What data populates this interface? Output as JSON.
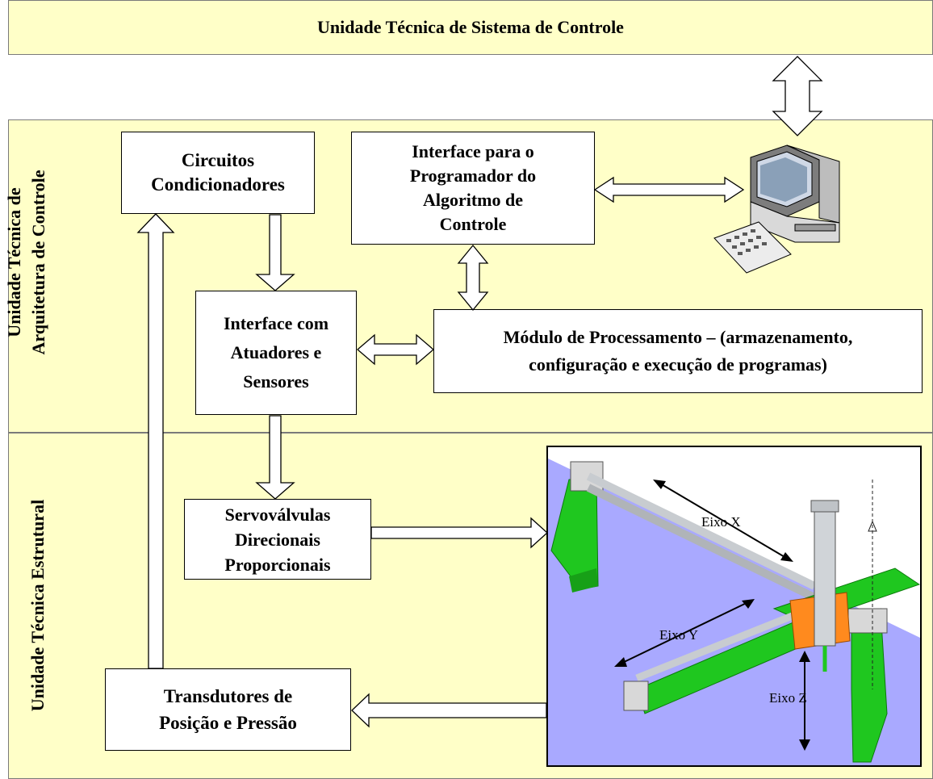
{
  "top_unit": {
    "label": "Unidade Técnica de Sistema de Controle"
  },
  "sections": {
    "architecture": "Unidade Técnica de\nArquitetura de Controle",
    "structural": "Unidade Técnica Estrutural"
  },
  "boxes": {
    "conditioners": "Circuitos\nCondicionadores",
    "programmer_interface": "Interface para  o\nProgramador do\nAlgoritmo de\nControle",
    "actuator_interface": "Interface com\nAtuadores e\nSensores",
    "processing_module": "Módulo de Processamento – (armazenamento,\nconfiguração e execução de programas)",
    "servovalves": "Servoválvulas\nDirecionais\nProporcionais",
    "transducers": "Transdutores de\nPosição e Pressão"
  },
  "robot": {
    "axis_x": "Eixo X",
    "axis_y": "Eixo Y",
    "axis_z": "Eixo Z",
    "colors": {
      "background": "#a9a9ff",
      "frame_green": "#1fc71f",
      "carriage_orange": "#ff8a1e",
      "rail_gray": "#c8ccd0"
    }
  },
  "colors": {
    "band_fill": "#ffffc8",
    "box_fill": "#ffffff",
    "border": "#000000"
  }
}
